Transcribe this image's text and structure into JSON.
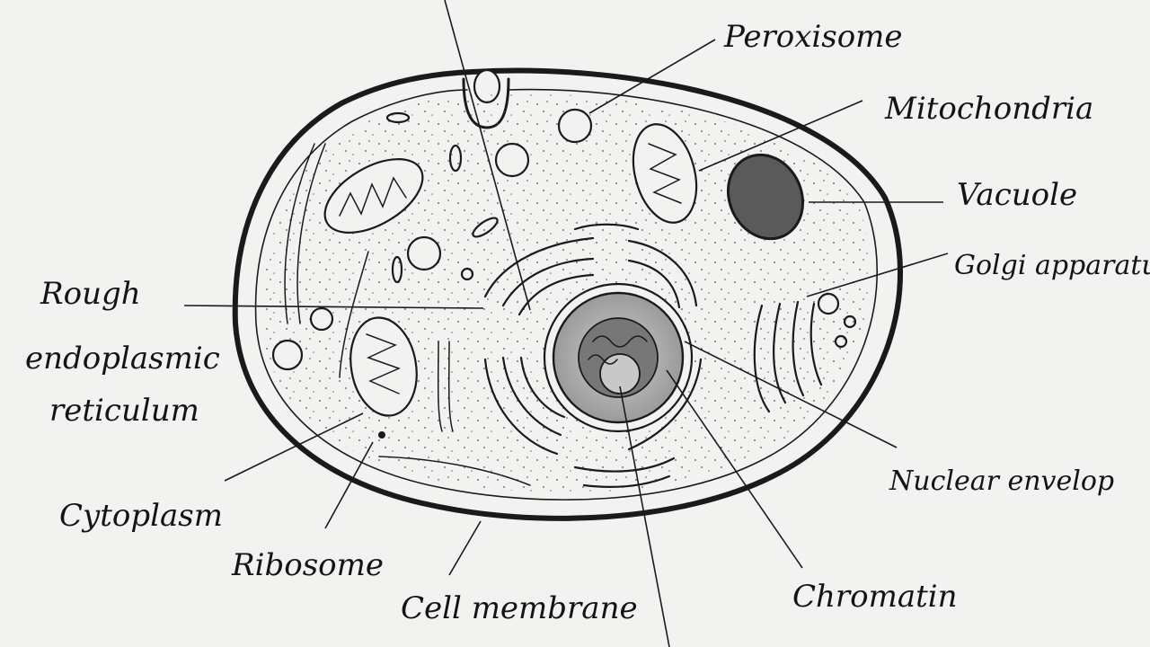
{
  "labels": {
    "peroxisome": "Peroxisome",
    "mitochondria": "Mitochondria",
    "vacuole": "Vacuole",
    "golgi": "Golgi apparatu",
    "rough_er_1": "Rough",
    "rough_er_2": "endoplasmic",
    "rough_er_3": "reticulum",
    "cytoplasm": "Cytoplasm",
    "ribosome": "Ribosome",
    "cell_membrane": "Cell membrane",
    "chromatin": "Chromatin",
    "nuclear_envelope": "Nuclear envelop"
  },
  "colors": {
    "paper": "#f2f2f0",
    "ink": "#1a1a1a"
  }
}
